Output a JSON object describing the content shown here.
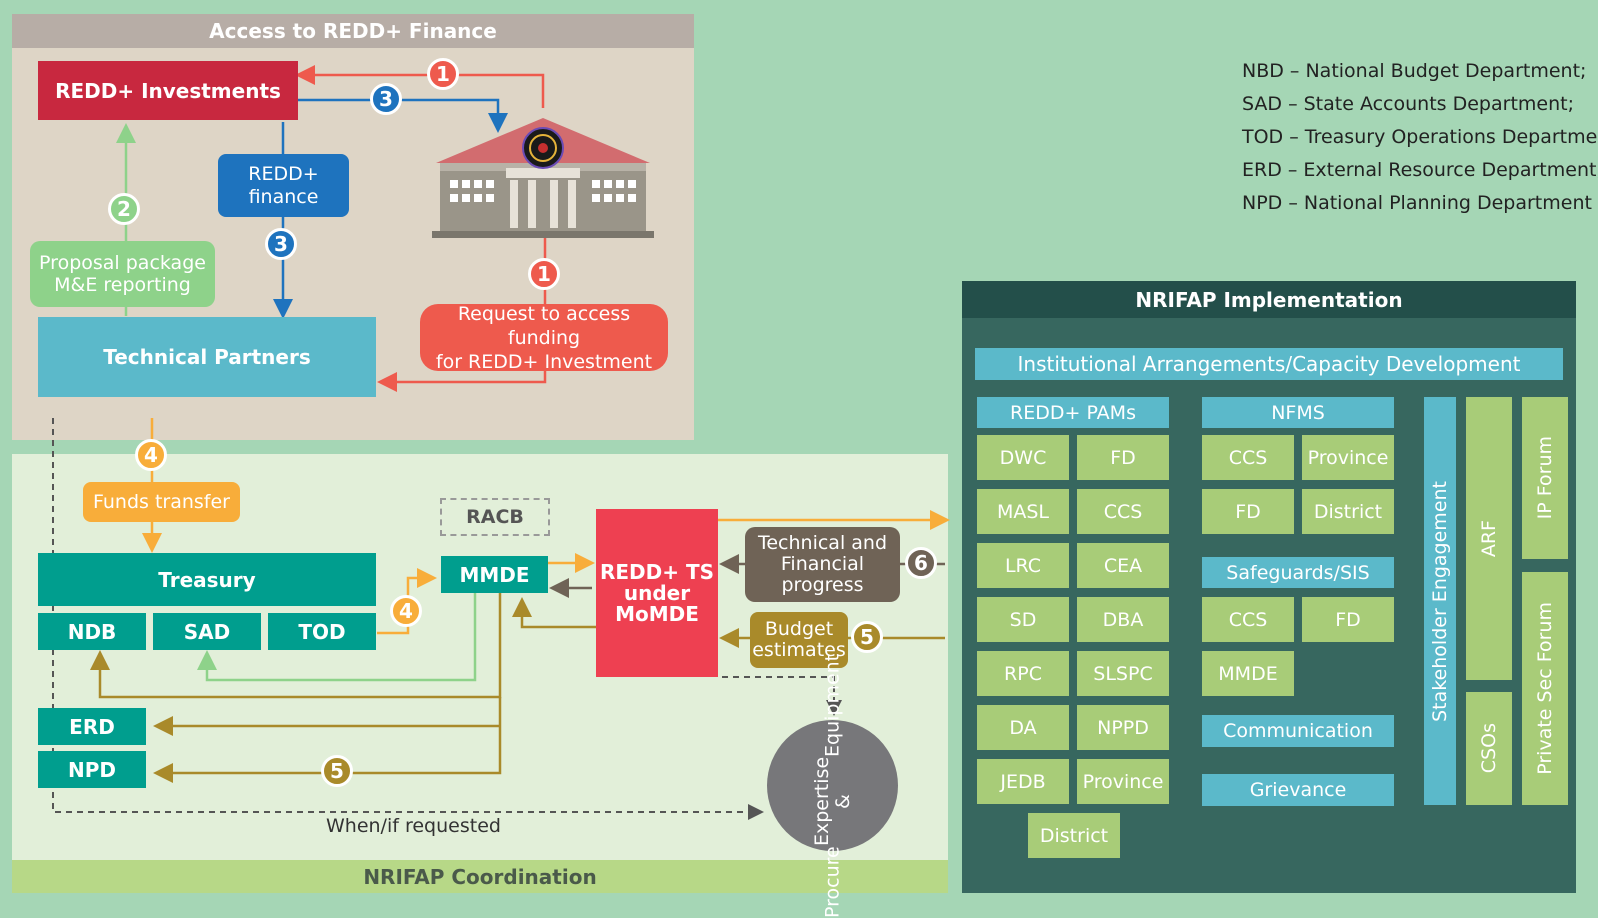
{
  "access_panel": {
    "title": "Access to REDD+ Finance"
  },
  "access": {
    "redd_investments": "REDD+ Investments",
    "redd_finance": [
      "REDD+",
      "finance"
    ],
    "proposal": [
      "Proposal package",
      "M&E reporting"
    ],
    "technical_partners": "Technical Partners",
    "request": [
      "Request to access funding",
      "for REDD+ Investment"
    ]
  },
  "coord_panel": {
    "title": "NRIFAP Coordination"
  },
  "coord": {
    "funds_transfer": "Funds transfer",
    "treasury": "Treasury",
    "ndb": "NDB",
    "sad": "SAD",
    "tod": "TOD",
    "erd": "ERD",
    "npd": "NPD",
    "racb": "RACB",
    "mmde": "MMDE",
    "redd_ts": [
      "REDD+ TS",
      "under",
      "MoMDE"
    ],
    "tech_fin": [
      "Technical and",
      "Financial",
      "progress"
    ],
    "budget": [
      "Budget",
      "estimates"
    ],
    "procure": [
      "Procure",
      "Expertise &",
      "Equipment"
    ],
    "when_requested": "When/if requested"
  },
  "badges": {
    "b1": "1",
    "b2": "2",
    "b3": "3",
    "b4": "4",
    "b5": "5",
    "b6": "6"
  },
  "legend": [
    "NBD – National Budget Department;",
    "SAD – State Accounts Department;",
    "TOD – Treasury Operations Department;",
    "ERD – External Resource Department;",
    "NPD – National Planning Department"
  ],
  "impl_panel": {
    "title": "NRIFAP Implementation"
  },
  "impl": {
    "institutional": "Institutional Arrangements/Capacity Development",
    "pams_head": "REDD+ PAMs",
    "pams": [
      "DWC",
      "FD",
      "MASL",
      "CCS",
      "LRC",
      "CEA",
      "SD",
      "DBA",
      "RPC",
      "SLSPC",
      "DA",
      "NPPD",
      "JEDB",
      "Province"
    ],
    "pams_last": "District",
    "nfms_head": "NFMS",
    "nfms": [
      "CCS",
      "Province",
      "FD",
      "District"
    ],
    "safeguards_head": "Safeguards/SIS",
    "safeguards": [
      "CCS",
      "FD",
      "MMDE"
    ],
    "communication": "Communication",
    "grievance": "Grievance",
    "stakeholder": "Stakeholder Engagement",
    "arf": "ARF",
    "ip_forum": "IP Forum",
    "csos": "CSOs",
    "private_sec": "Private Sec Forum"
  },
  "colors": {
    "red": "#c8283f",
    "blue": "#1e73be",
    "light_blue": "#58b7c9",
    "green": "#8ed28a",
    "coral": "#ee5a4d",
    "orange": "#f8ad3a",
    "teal": "#009e8e",
    "olive": "#a98a2a",
    "gray_brown": "#6f6356",
    "pink_red": "#ee4051",
    "gray": "#77777a"
  }
}
